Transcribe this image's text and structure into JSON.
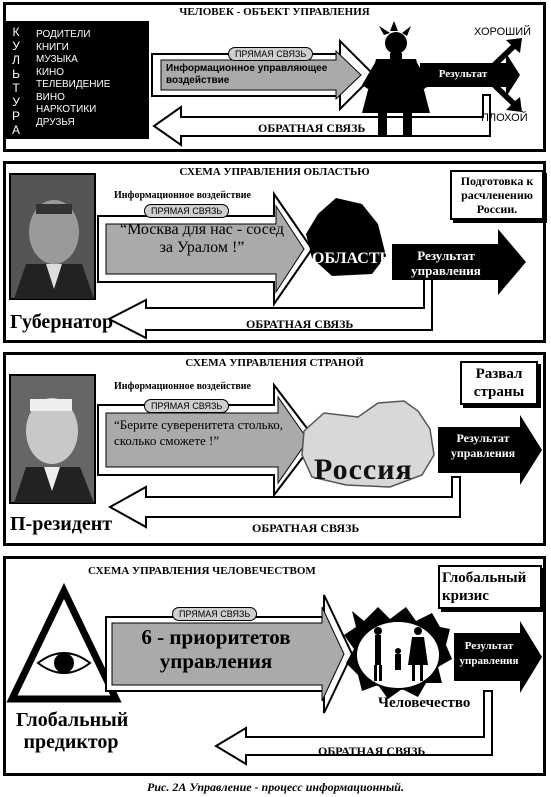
{
  "panel1": {
    "title": "ЧЕЛОВЕК - ОБЪЕКТ УПРАВЛЕНИЯ",
    "culture_letters": [
      "К",
      "У",
      "Л",
      "Ь",
      "Т",
      "У",
      "Р",
      "А"
    ],
    "factors": [
      "РОДИТЕЛИ",
      "КНИГИ",
      "МУЗЫКА",
      "КИНО",
      "ТЕЛЕВИДЕНИЕ",
      "ВИНО",
      "НАРКОТИКИ",
      "ДРУЗЬЯ"
    ],
    "direct": "ПРЯМАЯ СВЯЗЬ",
    "influence": "Информационное управляющее воздействие",
    "result": "Результат",
    "good": "ХОРОШИЙ",
    "bad": "ПЛОХОЙ",
    "feedback": "ОБРАТНАЯ СВЯЗЬ"
  },
  "panel2": {
    "title": "СХЕМА УПРАВЛЕНИЯ ОБЛАСТЬЮ",
    "info": "Информационное воздействие",
    "direct": "ПРЯМАЯ СВЯЗЬ",
    "quote": "“Москва для нас - сосед за Уралом !”",
    "region": "ОБЛАСТЬ",
    "result": "Результат управления",
    "note": "Подготовка к расчленению России.",
    "actor": "Губернатор",
    "feedback": "ОБРАТНАЯ СВЯЗЬ"
  },
  "panel3": {
    "title": "СХЕМА УПРАВЛЕНИЯ СТРАНОЙ",
    "info": "Информационное воздействие",
    "direct": "ПРЯМАЯ СВЯЗЬ",
    "quote": "“Берите суверенитета столько, сколько сможете !”",
    "country": "Россия",
    "result": "Результат управления",
    "note": "Развал страны",
    "actor": "П-резидент",
    "feedback": "ОБРАТНАЯ СВЯЗЬ"
  },
  "panel4": {
    "title": "СХЕМА УПРАВЛЕНИЯ ЧЕЛОВЕЧЕСТВОМ",
    "direct": "ПРЯМАЯ СВЯЗЬ",
    "priorities": "6 - приоритетов управления",
    "humanity": "Человечество",
    "result": "Результат управления",
    "note": "Глобальный кризис",
    "actor": "Глобальный предиктор",
    "feedback": "ОБРАТНАЯ СВЯЗЬ"
  },
  "caption": "Рис. 2А Управление - процесс информационный."
}
